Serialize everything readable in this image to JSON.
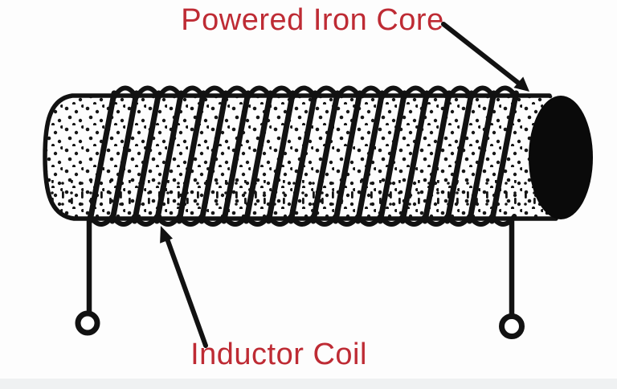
{
  "page": {
    "background_color": "#fdfdfd",
    "footer_bar_color": "#eff1f2"
  },
  "diagram": {
    "core_label": "Powered Iron Core",
    "coil_label": "Inductor Coil",
    "label_color": "#be2b34",
    "ink_color": "#121212",
    "core_face_color": "#0a0a0a",
    "winding_count": 19
  }
}
